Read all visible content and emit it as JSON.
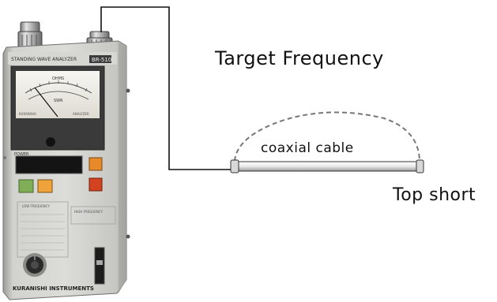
{
  "labels": {
    "target_frequency": "Target Frequency",
    "coaxial_cable": "coaxial cable",
    "top_short": "Top short"
  },
  "device": {
    "header_text": "STANDING WAVE ANALYZER",
    "model": "BR-510",
    "meter_upper": "OHMS",
    "meter_lower": "SWR",
    "meter_left": "KURANISHI",
    "meter_right": "ANALYZER",
    "power_label": "POWER",
    "band1": "LOW FREQUENCY",
    "band2": "HIGH FREQUENCY",
    "brand": "KURANISHI INSTRUMENTS"
  },
  "colors": {
    "device_body": "#c9c9c6",
    "cable_line": "#111111",
    "dashed_arc": "#777777",
    "orange_button": "#e88a2a",
    "red_button": "#d4431f",
    "green_button": "#7fae57"
  }
}
